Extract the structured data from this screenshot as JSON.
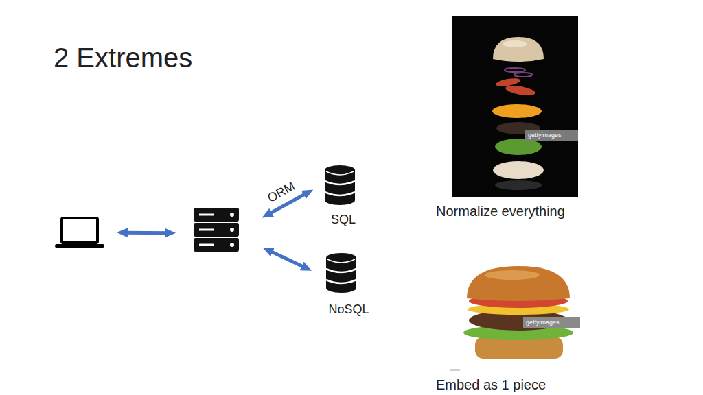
{
  "diagram": {
    "title": "2 Extremes",
    "nodes": [
      {
        "text": []
      },
      {
        "text": []
      },
      {
        "text": [
          "SQL"
        ]
      },
      {
        "text": [
          "NoSQL"
        ]
      },
      {
        "text": [
          "Normalize everything"
        ]
      },
      {
        "text": [
          "Embed as 1 piece"
        ]
      }
    ],
    "edges": [
      {
        "from": 0,
        "to": 1,
        "arrow": "both"
      },
      {
        "from": 1,
        "to": 2,
        "label": "ORM",
        "arrow": "both"
      },
      {
        "from": 1,
        "to": 3,
        "arrow": "both"
      }
    ],
    "labels": [
      "gettyimages",
      "gettyimages"
    ]
  }
}
